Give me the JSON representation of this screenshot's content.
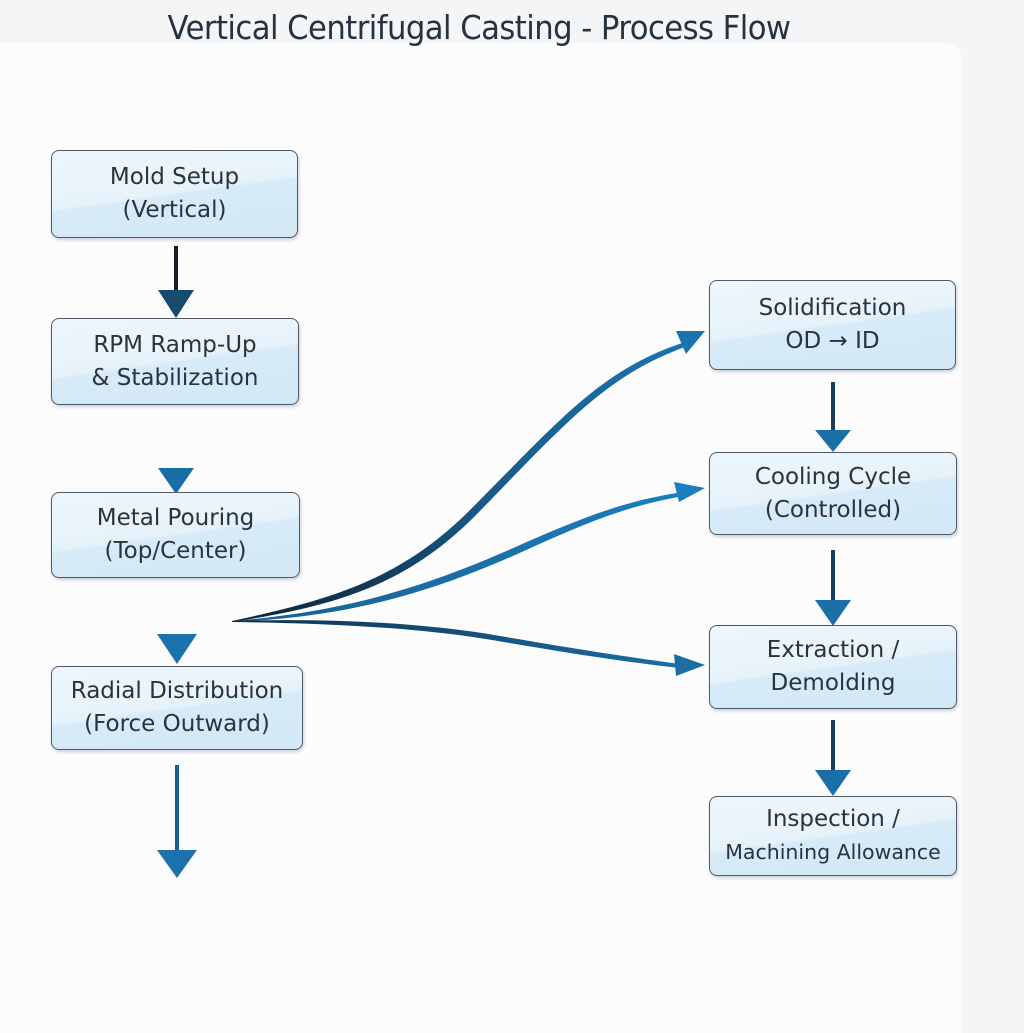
{
  "title": "Vertical Centrifugal Casting - Process Flow",
  "colors": {
    "arrow_dark": "#0f2a40",
    "arrow_mid": "#1a5f8e",
    "arrow_blue": "#1b79b8",
    "node_border": "#4f5a66",
    "node_fill": "#dcedf8",
    "text": "#2a333d"
  },
  "left_column": [
    {
      "line1": "Mold Setup",
      "line2": "(Vertical)"
    },
    {
      "line1": "RPM Ramp-Up",
      "line2": "& Stabilization"
    },
    {
      "line1": "Metal Pouring",
      "line2": "(Top/Center)"
    },
    {
      "line1": "Radial Distribution",
      "line2": "(Force Outward)"
    }
  ],
  "right_column": [
    {
      "line1": "Solidification",
      "line2": "OD → ID"
    },
    {
      "line1": "Cooling Cycle",
      "line2": "(Controlled)"
    },
    {
      "line1": "Extraction /",
      "line2": "Demolding"
    },
    {
      "line1": "Inspection /",
      "line2": "Machining Allowance"
    }
  ],
  "connections": [
    {
      "from": "Mold Setup",
      "to": "RPM Ramp-Up"
    },
    {
      "from": "RPM Ramp-Up",
      "to": "Metal Pouring"
    },
    {
      "from": "Metal Pouring",
      "to": "Radial Distribution"
    },
    {
      "from": "Radial Distribution",
      "to": "(continues down)"
    },
    {
      "from": "Branch point",
      "to": "Solidification"
    },
    {
      "from": "Branch point",
      "to": "Cooling Cycle"
    },
    {
      "from": "Branch point",
      "to": "Extraction"
    },
    {
      "from": "Solidification",
      "to": "Cooling Cycle"
    },
    {
      "from": "Cooling Cycle",
      "to": "Extraction"
    },
    {
      "from": "Extraction",
      "to": "Inspection"
    }
  ]
}
